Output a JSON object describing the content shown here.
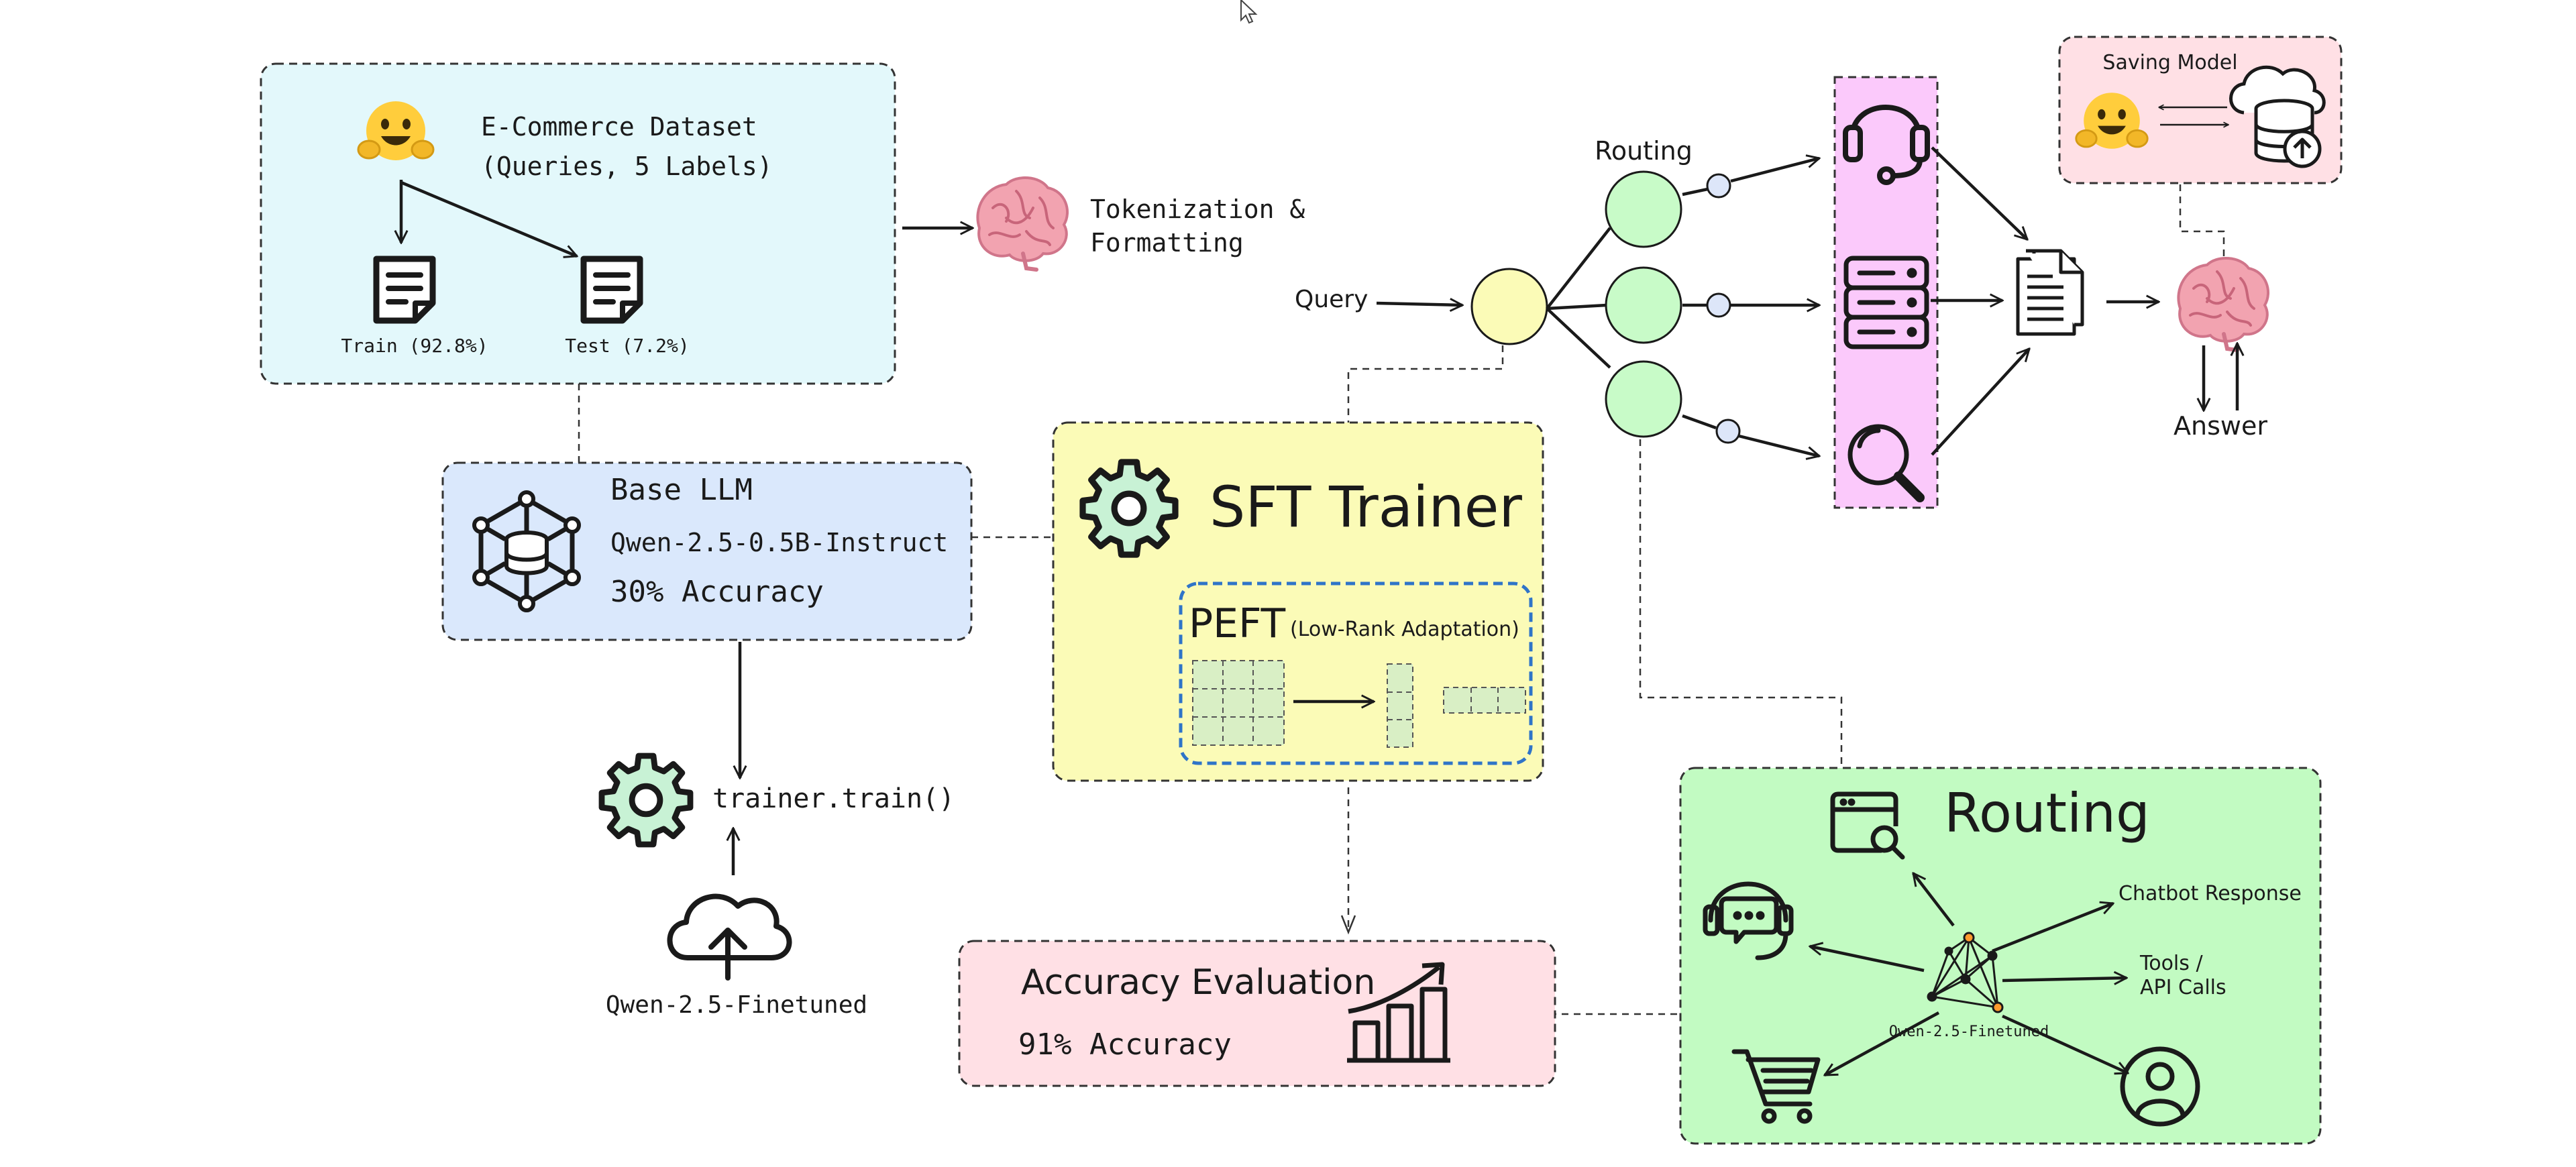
{
  "colors": {
    "dataset_bg": "#e3f8fb",
    "basellm_bg": "#dae8fc",
    "sft_bg": "#fbfbb7",
    "peft_border": "#2f74c8",
    "routing_bg": "#c2fbc2",
    "eval_bg": "#ffe0e5",
    "saving_bg": "#ffe0e5",
    "router_strip_bg": "#fbc9fb",
    "node_green": "#c8fbc8",
    "node_yellow": "#fbfbb7",
    "small_node": "#dde6f9",
    "gear_fill": "#c8f2d5",
    "brain": "#f2a3b0",
    "hug_face": "#ffcd3c",
    "hub_orange": "#ff9a2e"
  },
  "dataset": {
    "title_line1": "E-Commerce Dataset",
    "title_line2": "(Queries, 5 Labels)",
    "train_label": "Train (92.8%)",
    "test_label": "Test (7.2%)",
    "icons": [
      "hugging-face-icon",
      "document-icon"
    ]
  },
  "tokenization": {
    "line1": "Tokenization &",
    "line2": "Formatting",
    "icon": "brain-icon"
  },
  "base_llm": {
    "title": "Base LLM",
    "model": "Qwen-2.5-0.5B-Instruct",
    "accuracy": "30% Accuracy",
    "icon": "model-network-icon"
  },
  "trainer": {
    "call": "trainer.train()",
    "finetuned": "Qwen-2.5-Finetuned",
    "icons": [
      "gear-icon",
      "cloud-upload-icon"
    ]
  },
  "sft": {
    "title": "SFT Trainer",
    "peft_title": "PEFT",
    "peft_subtitle": "(Low-Rank Adaptation)"
  },
  "evaluation": {
    "title": "Accuracy Evaluation",
    "accuracy": "91% Accuracy",
    "icon": "bar-chart-growth-icon"
  },
  "pipeline": {
    "query_label": "Query",
    "routing_label": "Routing",
    "answer_label": "Answer",
    "icons": [
      "headset-icon",
      "database-icon",
      "search-icon",
      "document-icon",
      "brain-icon"
    ]
  },
  "saving": {
    "title": "Saving Model",
    "icons": [
      "hugging-face-icon",
      "cloud-database-icon"
    ]
  },
  "routing_panel": {
    "title": "Routing",
    "center_label": "Qwen-2.5-Finetuned",
    "chatbot": "Chatbot Response",
    "tools_line1": "Tools /",
    "tools_line2": "API Calls",
    "icons": [
      "browser-search-icon",
      "chat-support-icon",
      "cart-icon",
      "user-icon",
      "network-hub-icon"
    ]
  }
}
